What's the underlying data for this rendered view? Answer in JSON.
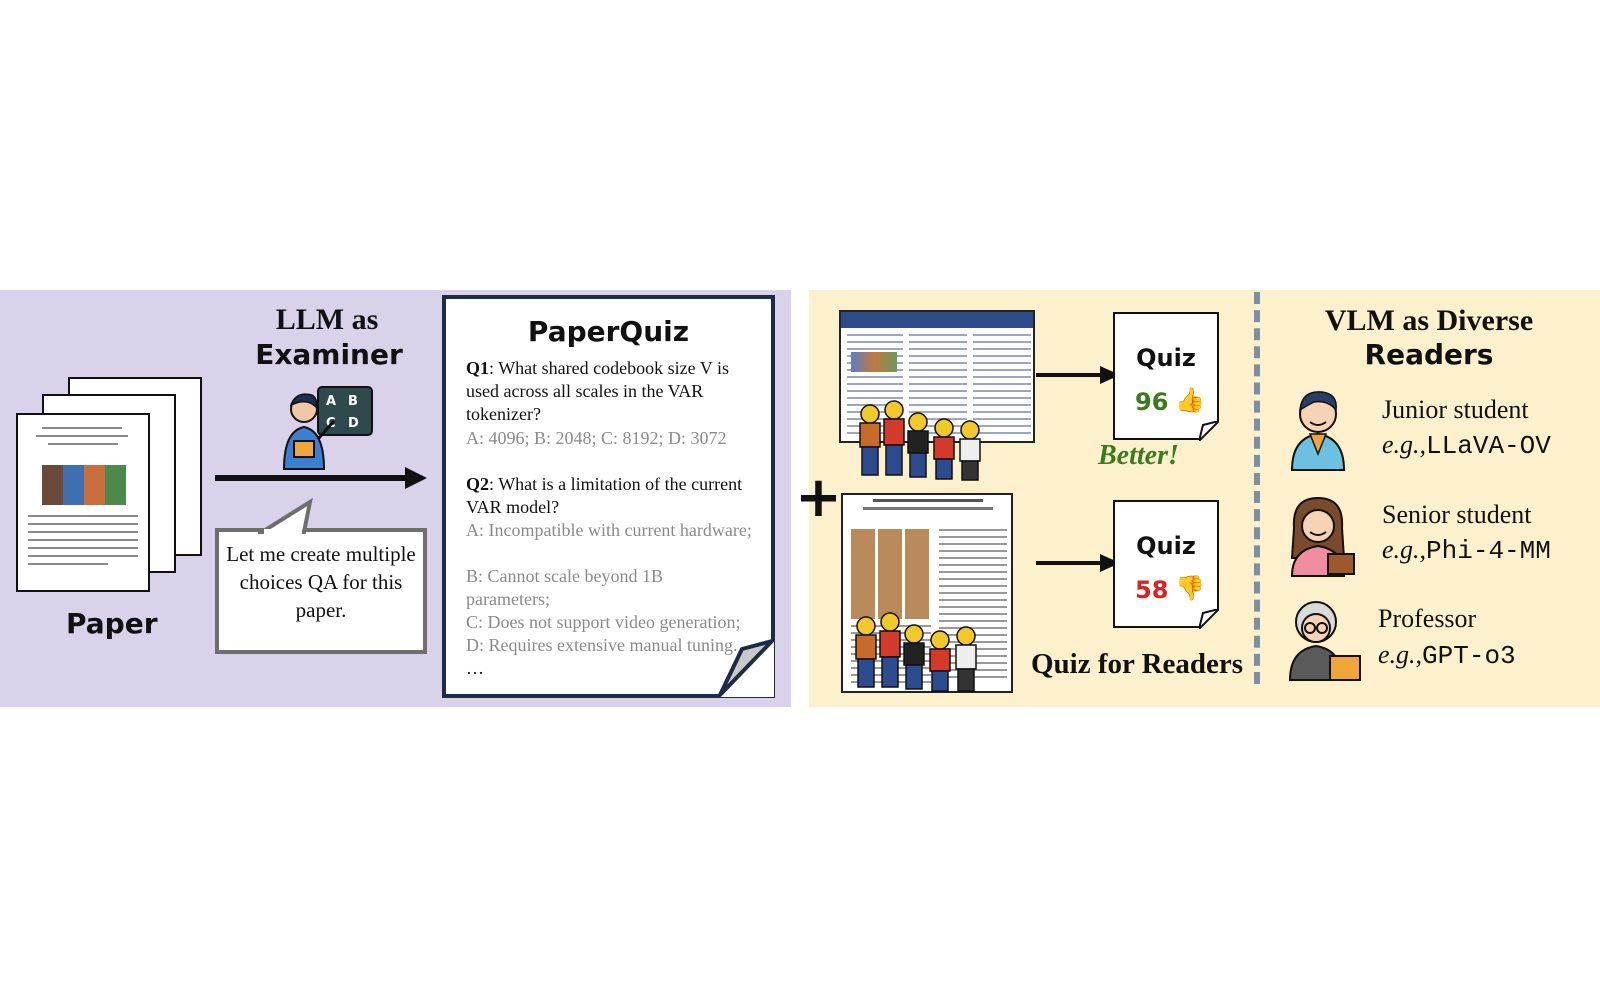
{
  "colors": {
    "left_bg": "#d9d2ea",
    "right_bg": "#fdf0cc",
    "score_good": "#3b7a1f",
    "score_bad": "#e0201f",
    "better": "#3b7a1f",
    "card_border": "#1e2b46"
  },
  "icons": [
    "paper-stack-icon",
    "teacher-icon",
    "poster-icon",
    "lego-figures-icon",
    "thumbs-up-icon",
    "thumbs-down-icon",
    "student-icon",
    "professor-icon"
  ],
  "left": {
    "paper_label": "Paper",
    "examiner_line1": "LLM as",
    "examiner_line2": "Examiner",
    "bubble_text": "Let me create multiple choices QA for this paper.",
    "board_letters": "A B C D"
  },
  "quiz": {
    "title": "PaperQuiz",
    "q1_label": "Q1",
    "q1_text": ": What shared codebook size V is used across all scales in the VAR tokenizer?",
    "q1_options": "A: 4096; B: 2048; C: 8192; D: 3072",
    "q2_label": "Q2",
    "q2_text": ": What is a limitation of the current VAR model?",
    "q2_options": [
      "A: Incompatible with current hardware;",
      "B: Cannot scale beyond 1B parameters;",
      "C: Does not support video generation;",
      "D: Requires extensive manual tuning."
    ],
    "ellipsis": "…"
  },
  "right": {
    "quiz_label": "Quiz",
    "score_good": "96",
    "score_bad": "58",
    "better_label": "Better!",
    "plus": "+",
    "caption": "Quiz for Readers",
    "readers_title_line1": "VLM as Diverse",
    "readers_title_line2": "Readers",
    "readers": [
      {
        "name": "Junior student",
        "eg": "e.g.,",
        "model": "LLaVA-OV"
      },
      {
        "name": "Senior student",
        "eg": "e.g.,",
        "model": "Phi-4-MM"
      },
      {
        "name": "Professor",
        "eg": "e.g.,",
        "model": "GPT-o3"
      }
    ]
  }
}
